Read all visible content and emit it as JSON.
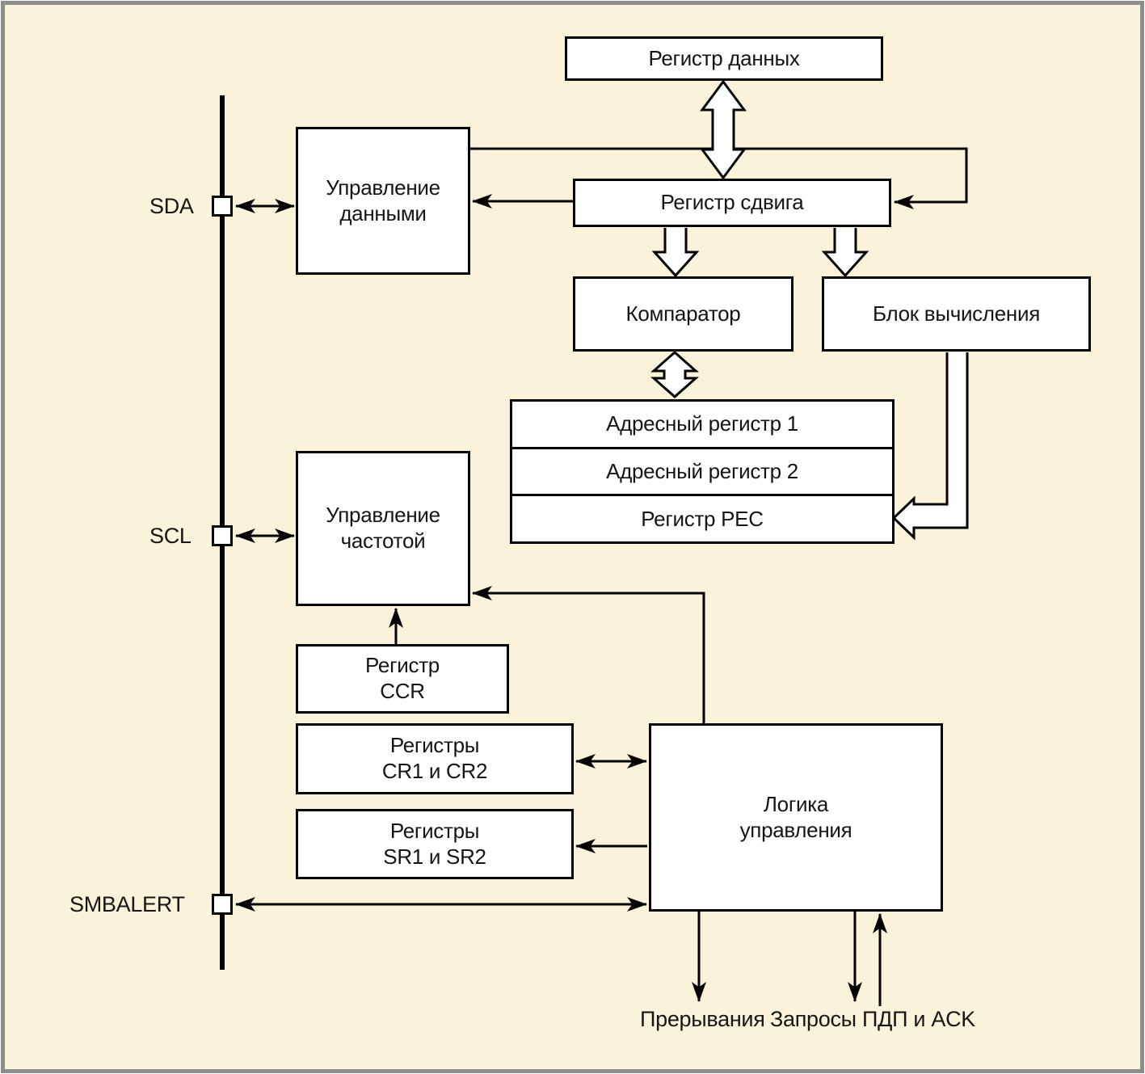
{
  "pins": [
    {
      "label": "SDA"
    },
    {
      "label": "SCL"
    },
    {
      "label": "SMBALERT"
    }
  ],
  "blocks": {
    "data_register": "Регистр данных",
    "data_control": "Управление\nданными",
    "shift_register": "Регистр сдвига",
    "comparator": "Компаратор",
    "calc_unit": "Блок вычисления",
    "addr_register1": "Адресный регистр 1",
    "addr_register2": "Адресный регистр 2",
    "pec_register": "Регистр PEC",
    "clock_control": "Управление\nчастотой",
    "ccr_register": "Регистр\nCCR",
    "cr_registers": "Регистры\nCR1 и CR2",
    "sr_registers": "Регистры\nSR1 и SR2",
    "control_logic": "Логика\nуправления"
  },
  "outputs": {
    "interrupts": "Прерывания",
    "dma_ack": "Запросы ПДП и ACK"
  },
  "colors": {
    "background": "#fbf2da",
    "frame_border": "#8d8d8d",
    "line": "#000000",
    "box_fill": "#ffffff"
  }
}
